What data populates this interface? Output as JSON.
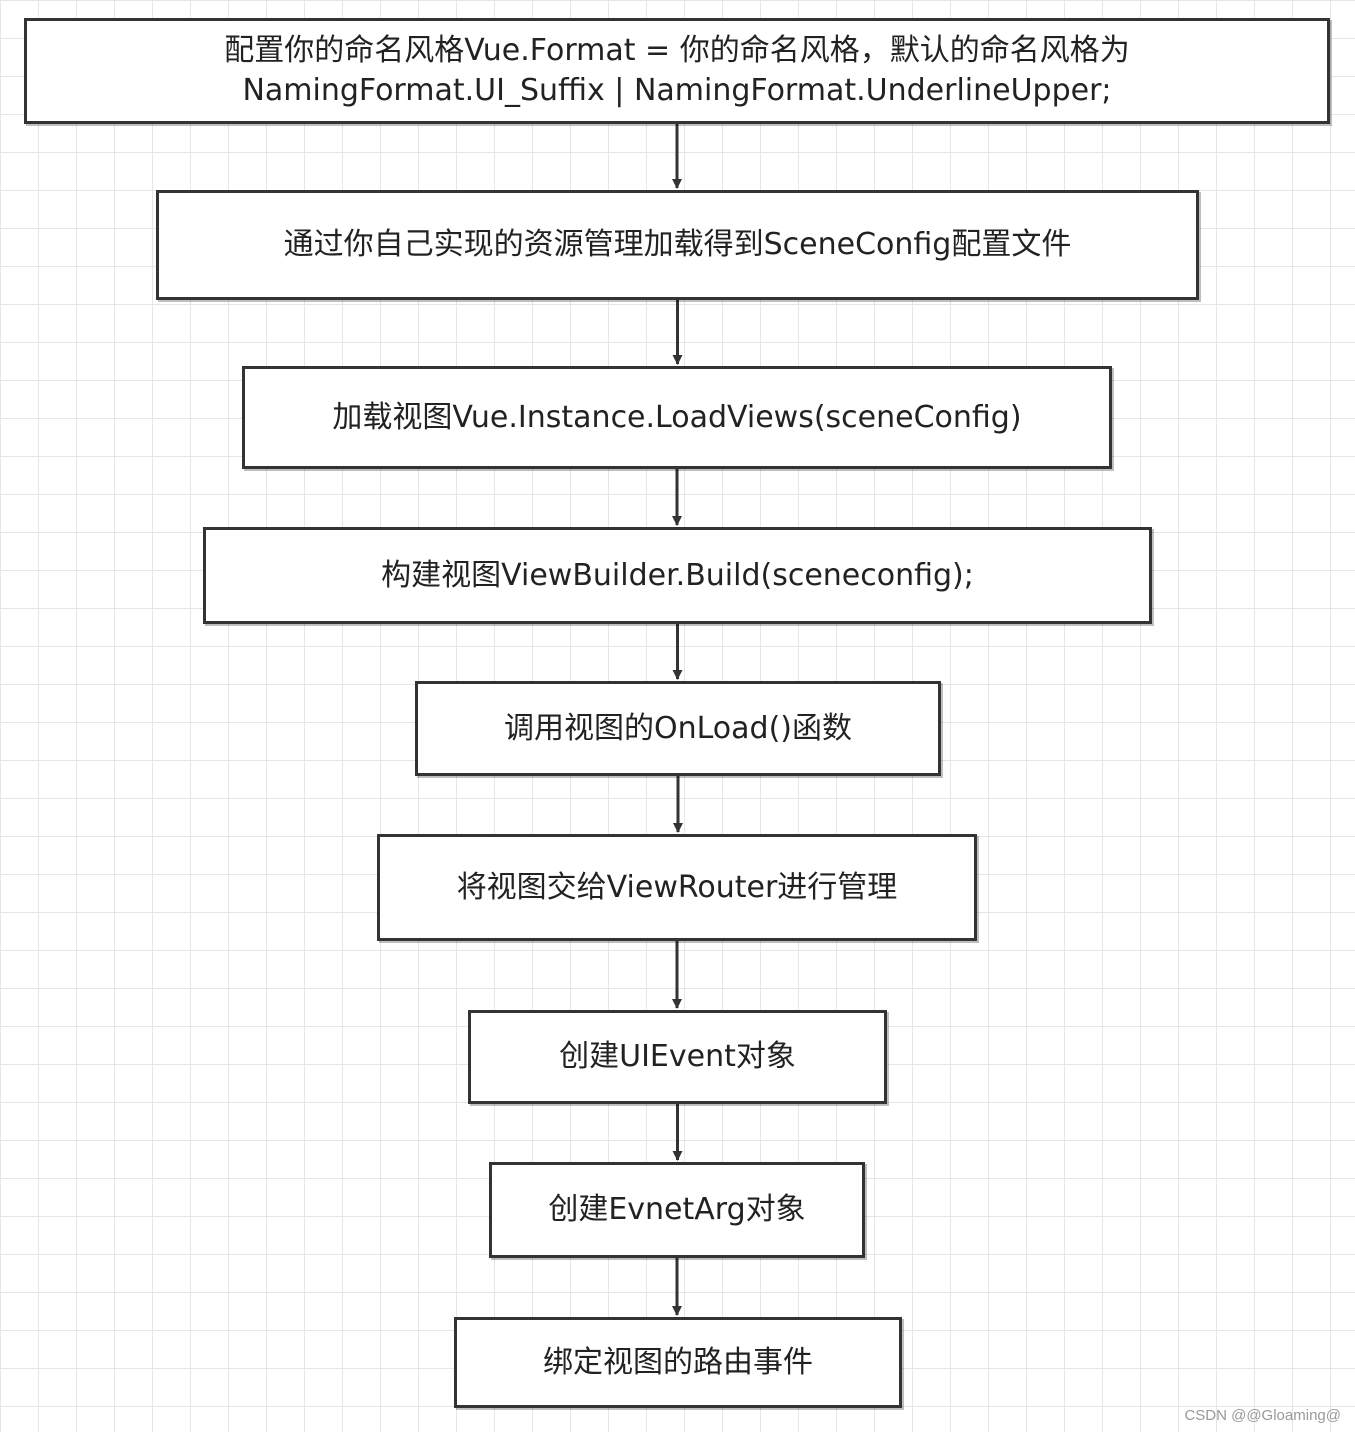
{
  "steps": [
    {
      "id": "step-1",
      "label": "配置你的命名风格Vue.Format = 你的命名风格，默认的命名风格为\nNamingFormat.UI_Suffix | NamingFormat.UnderlineUpper;"
    },
    {
      "id": "step-2",
      "label": "通过你自己实现的资源管理加载得到SceneConfig配置文件"
    },
    {
      "id": "step-3",
      "label": "加载视图Vue.Instance.LoadViews(sceneConfig)"
    },
    {
      "id": "step-4",
      "label": "构建视图ViewBuilder.Build(sceneconfig);"
    },
    {
      "id": "step-5",
      "label": "调用视图的OnLoad()函数"
    },
    {
      "id": "step-6",
      "label": "将视图交给ViewRouter进行管理"
    },
    {
      "id": "step-7",
      "label": "创建UIEvent对象"
    },
    {
      "id": "step-8",
      "label": "创建EvnetArg对象"
    },
    {
      "id": "step-9",
      "label": "绑定视图的路由事件"
    }
  ],
  "edges": [
    {
      "from": "step-1",
      "to": "step-2"
    },
    {
      "from": "step-2",
      "to": "step-3"
    },
    {
      "from": "step-3",
      "to": "step-4"
    },
    {
      "from": "step-4",
      "to": "step-5"
    },
    {
      "from": "step-5",
      "to": "step-6"
    },
    {
      "from": "step-6",
      "to": "step-7"
    },
    {
      "from": "step-7",
      "to": "step-8"
    },
    {
      "from": "step-8",
      "to": "step-9"
    }
  ],
  "watermark": "CSDN @@Gloaming@",
  "colors": {
    "box_border": "#333333",
    "arrow": "#333333",
    "grid": "#e6e6e6",
    "text": "#222222"
  }
}
